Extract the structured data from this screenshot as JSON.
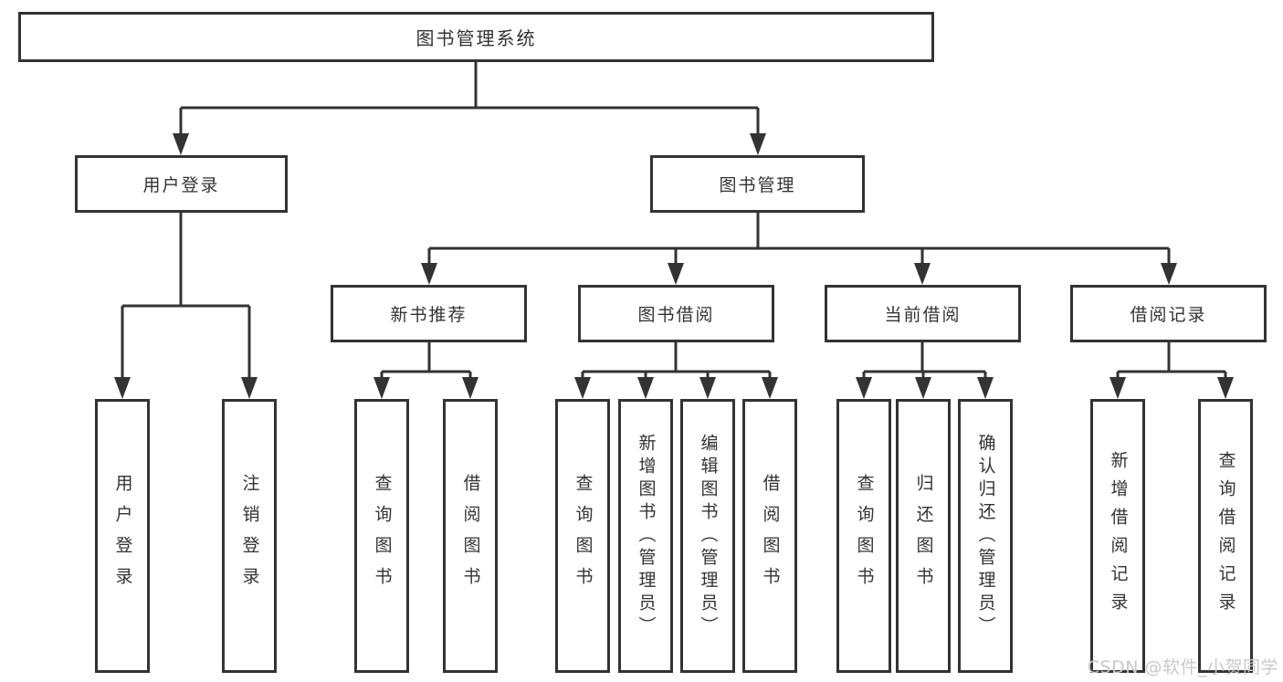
{
  "diagram_type": "hierarchy-tree",
  "colors": {
    "line": "#333333",
    "box_border": "#333333",
    "box_fill": "#ffffff",
    "text": "#333333",
    "background": "#ffffff",
    "watermark": "#c9c9c9"
  },
  "tree": {
    "root": {
      "label": "图书管理系统"
    },
    "children": [
      {
        "label": "用户登录",
        "children": [
          {
            "label": "用户登录"
          },
          {
            "label": "注销登录"
          }
        ]
      },
      {
        "label": "图书管理",
        "children": [
          {
            "label": "新书推荐",
            "children": [
              {
                "label": "查询图书"
              },
              {
                "label": "借阅图书"
              }
            ]
          },
          {
            "label": "图书借阅",
            "children": [
              {
                "label": "查询图书"
              },
              {
                "label": "新增图书（管理员）"
              },
              {
                "label": "编辑图书（管理员）"
              },
              {
                "label": "借阅图书"
              }
            ]
          },
          {
            "label": "当前借阅",
            "children": [
              {
                "label": "查询图书"
              },
              {
                "label": "归还图书"
              },
              {
                "label": "确认归还（管理员）"
              }
            ]
          },
          {
            "label": "借阅记录",
            "children": [
              {
                "label": "新增借阅记录"
              },
              {
                "label": "查询借阅记录"
              }
            ]
          }
        ]
      }
    ]
  },
  "watermark": {
    "text": "CSDN @软件_小贺同学"
  }
}
